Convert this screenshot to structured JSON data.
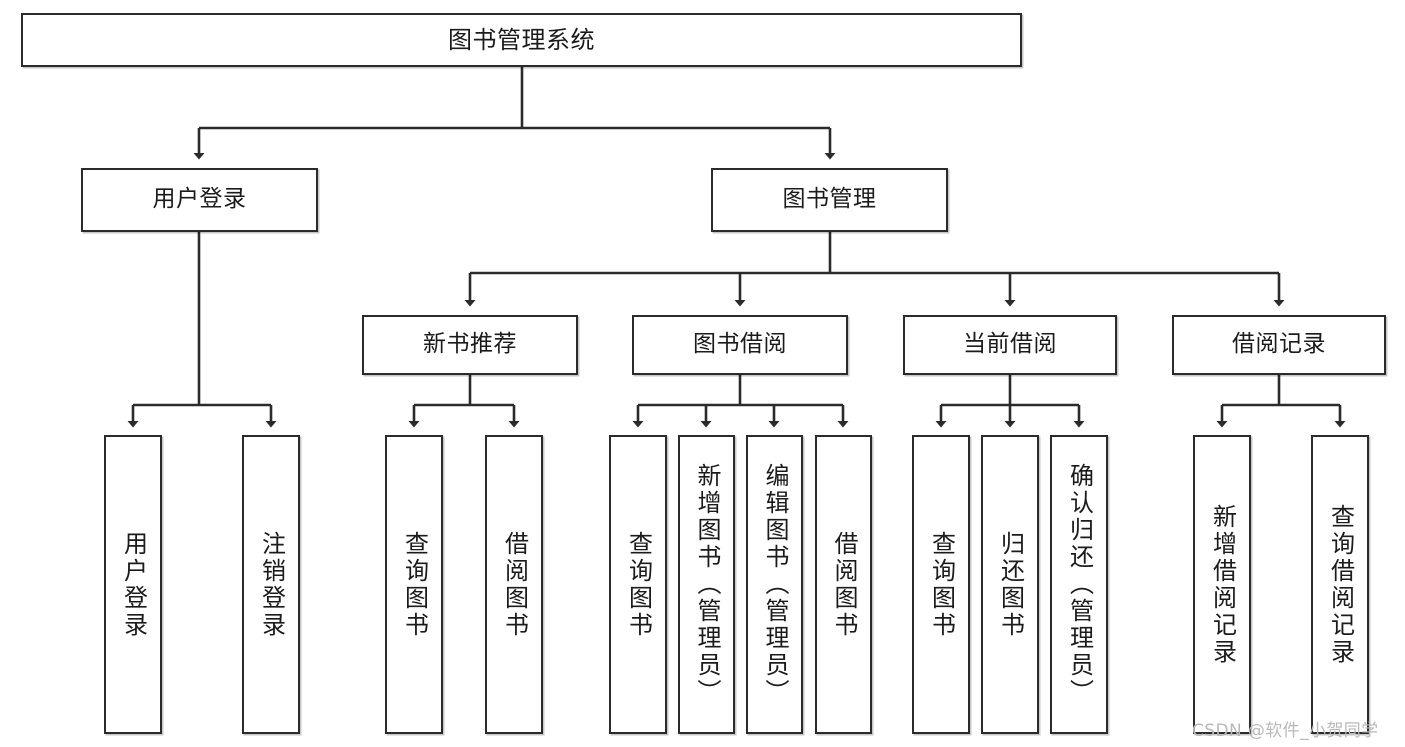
{
  "diagram": {
    "title": "图书管理系统",
    "type": "tree-hierarchy",
    "colors": {
      "box_border": "#2b2b2b",
      "box_fill": "#ffffff",
      "line": "#2b2b2b",
      "text": "#1b1b1b",
      "watermark": "#b9b9b9"
    },
    "root": {
      "label": "图书管理系统"
    },
    "level2": [
      {
        "label": "用户登录"
      },
      {
        "label": "图书管理"
      }
    ],
    "level3": [
      {
        "label": "新书推荐"
      },
      {
        "label": "图书借阅"
      },
      {
        "label": "当前借阅"
      },
      {
        "label": "借阅记录"
      }
    ],
    "leaves": {
      "user_login": [
        {
          "label": "用户登录"
        },
        {
          "label": "注销登录"
        }
      ],
      "new_book_recommend": [
        {
          "label": "查询图书"
        },
        {
          "label": "借阅图书"
        }
      ],
      "book_borrow": [
        {
          "label": "查询图书"
        },
        {
          "label": "新增图书（管理员）"
        },
        {
          "label": "编辑图书（管理员）"
        },
        {
          "label": "借阅图书"
        }
      ],
      "current_borrow": [
        {
          "label": "查询图书"
        },
        {
          "label": "归还图书"
        },
        {
          "label": "确认归还（管理员）"
        }
      ],
      "borrow_record": [
        {
          "label": "新增借阅记录"
        },
        {
          "label": "查询借阅记录"
        }
      ]
    }
  },
  "watermark": {
    "text": "CSDN @软件_小贺同学"
  }
}
